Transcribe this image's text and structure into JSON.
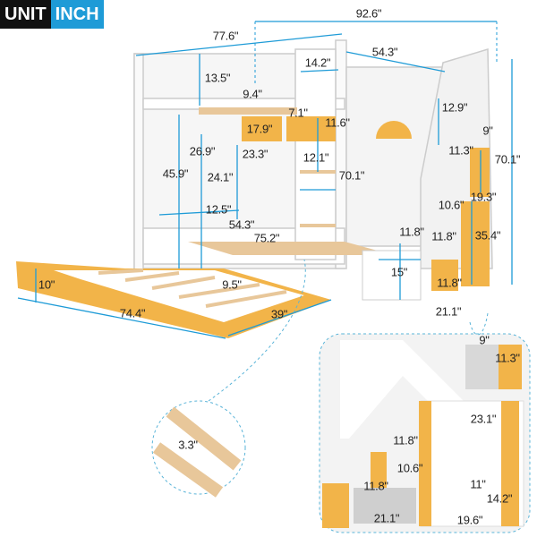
{
  "badge": {
    "unit": "UNIT",
    "inch": "INCH"
  },
  "colors": {
    "accent": "#1e9bd7",
    "drawer": "#f2b449",
    "wood": "#e8c79a",
    "frame": "#f4f4f4"
  },
  "main_dims": {
    "overall_length": "92.6\"",
    "top_length": "77.6\"",
    "top_width": "54.3\"",
    "ladder_top_width": "14.2\"",
    "guardrail_height": "13.5\"",
    "shelf_depth": "9.4\"",
    "shelf_height": "7.1\"",
    "shelf_width": "17.9\"",
    "ladder_step_gap": "11.6\"",
    "stair_rail_height": "12.9\"",
    "top_cabinet_width": "9\"",
    "top_cabinet_height": "11.3\"",
    "arch_height": "26.9\"",
    "window_height": "23.3\"",
    "under_bunk_height": "45.9\"",
    "window_width": "24.1\"",
    "ladder_width": "12.1\"",
    "bed_height": "70.1\"",
    "stair_height": "70.1\"",
    "step_depth": "10.6\"",
    "cabinet_depth": "19.3\"",
    "lower_panel_height": "12.5\"",
    "bottom_width": "54.3\"",
    "bottom_length": "75.2\"",
    "step_height_a": "11.8\"",
    "step_height_b": "11.8\"",
    "cabinet_height": "35.4\"",
    "step_width": "15\"",
    "drawer_height": "11.8\"",
    "stair_width": "21.1\""
  },
  "trundle_dims": {
    "height": "10\"",
    "slat_gap": "9.5\"",
    "length": "74.4\"",
    "width": "39\""
  },
  "slat_inset": {
    "slat_width": "3.3\""
  },
  "stair_inset": {
    "top_width": "9\"",
    "top_height": "11.3\"",
    "tall_height": "23.1\"",
    "small_height": "11.8\"",
    "small_width": "10.6\"",
    "low_height": "11.8\"",
    "low_shelf_height": "11\"",
    "depth": "14.2\"",
    "left_width": "21.1\"",
    "right_width": "19.6\""
  }
}
